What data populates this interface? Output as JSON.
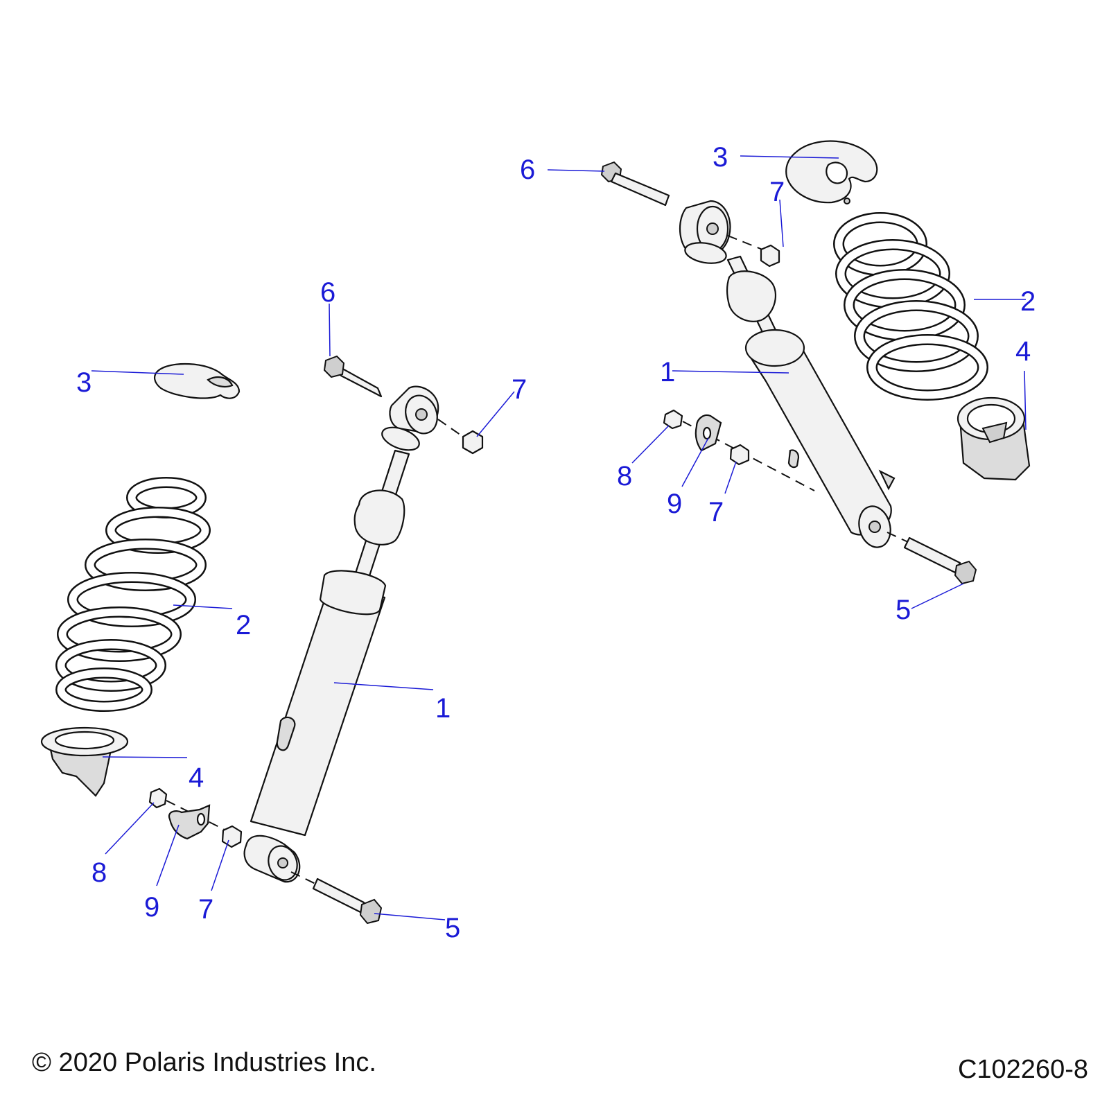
{
  "footer": {
    "copyright": "© 2020 Polaris Industries Inc.",
    "figure_id": "C102260-8"
  },
  "callouts": {
    "left": {
      "shock": "1",
      "spring": "2",
      "spring_seat_upper": "3",
      "spring_seat_lower": "4",
      "lower_bolt": "5",
      "upper_bolt": "6",
      "upper_nut": "7",
      "lower_nut": "7",
      "small_nut": "8",
      "clip": "9"
    },
    "right": {
      "shock": "1",
      "spring": "2",
      "spring_seat_upper": "3",
      "spring_seat_lower": "4",
      "lower_bolt": "5",
      "upper_bolt": "6",
      "upper_nut": "7",
      "lower_nut": "7",
      "small_nut": "8",
      "clip": "9"
    }
  },
  "colors": {
    "callout": "#1a1ad6",
    "line_art": "#111111"
  }
}
